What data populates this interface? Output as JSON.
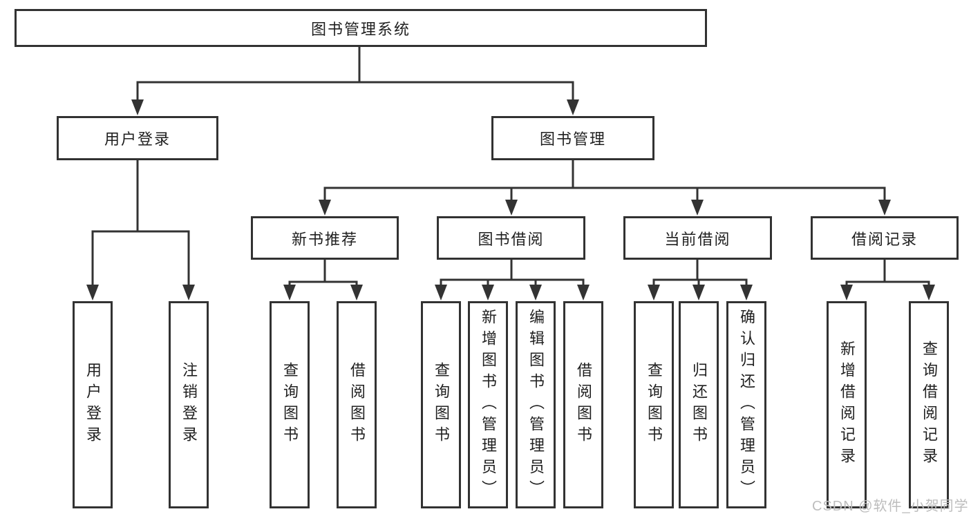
{
  "colors": {
    "line": "#333333",
    "box_border": "#323232",
    "box_fill": "#ffffff",
    "text": "#1f1f1f",
    "watermark": "#bdbdbd"
  },
  "watermark": {
    "text": "CSDN @软件_小贺同学"
  },
  "tree": {
    "label": "图书管理系统",
    "children": [
      {
        "label": "用户登录",
        "children": [
          {
            "label": "用户登录"
          },
          {
            "label": "注销登录"
          }
        ]
      },
      {
        "label": "图书管理",
        "children": [
          {
            "label": "新书推荐",
            "children": [
              {
                "label": "查询图书"
              },
              {
                "label": "借阅图书"
              }
            ]
          },
          {
            "label": "图书借阅",
            "children": [
              {
                "label": "查询图书"
              },
              {
                "label": "新增图书（管理员）"
              },
              {
                "label": "编辑图书（管理员）"
              },
              {
                "label": "借阅图书"
              }
            ]
          },
          {
            "label": "当前借阅",
            "children": [
              {
                "label": "查询图书"
              },
              {
                "label": "归还图书"
              },
              {
                "label": "确认归还（管理员）"
              }
            ]
          },
          {
            "label": "借阅记录",
            "children": [
              {
                "label": "新增借阅记录"
              },
              {
                "label": "查询借阅记录"
              }
            ]
          }
        ]
      }
    ]
  }
}
